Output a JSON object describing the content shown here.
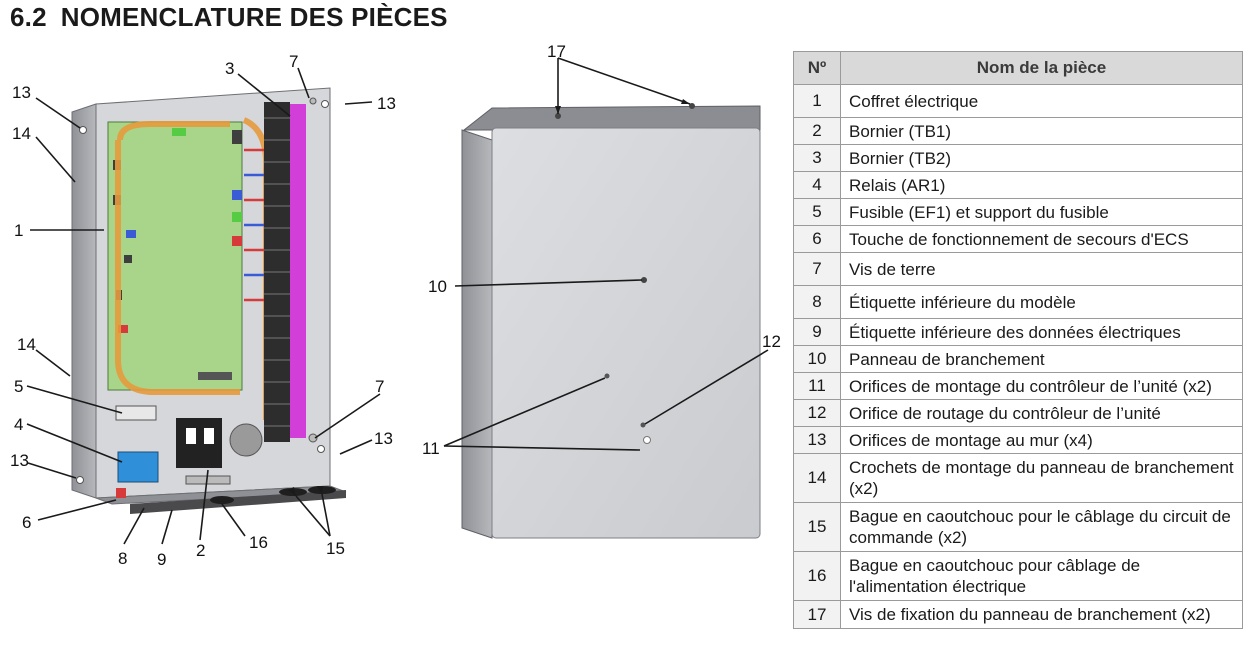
{
  "section": {
    "number": "6.2",
    "title": "NOMENCLATURE DES PIÈCES"
  },
  "table": {
    "headers": {
      "num": "Nº",
      "name": "Nom de la pièce"
    },
    "rows": [
      {
        "n": "1",
        "name": "Coffret électrique"
      },
      {
        "n": "2",
        "name": "Bornier (TB1)"
      },
      {
        "n": "3",
        "name": "Bornier (TB2)"
      },
      {
        "n": "4",
        "name": "Relais (AR1)"
      },
      {
        "n": "5",
        "name": "Fusible (EF1) et support du fusible"
      },
      {
        "n": "6",
        "name": "Touche de fonctionnement de secours d'ECS"
      },
      {
        "n": "7",
        "name": "Vis de terre"
      },
      {
        "n": "8",
        "name": "Étiquette inférieure du modèle"
      },
      {
        "n": "9",
        "name": "Étiquette inférieure des données électriques"
      },
      {
        "n": "10",
        "name": "Panneau de branchement"
      },
      {
        "n": "11",
        "name": "Orifices de montage du contrôleur de l’unité (x2)"
      },
      {
        "n": "12",
        "name": "Orifice de routage du contrôleur de l’unité"
      },
      {
        "n": "13",
        "name": "Orifices de montage au mur (x4)"
      },
      {
        "n": "14",
        "name": "Crochets de montage du panneau de branchement (x2)"
      },
      {
        "n": "15",
        "name": "Bague en caoutchouc pour le câblage du circuit de commande (x2)"
      },
      {
        "n": "16",
        "name": "Bague en caoutchouc pour câblage de l'alimentation électrique"
      },
      {
        "n": "17",
        "name": "Vis de fixation du panneau de branchement (x2)"
      }
    ]
  },
  "callouts": {
    "c1": "1",
    "c2": "2",
    "c3": "3",
    "c4": "4",
    "c5": "5",
    "c6": "6",
    "c7a": "7",
    "c7b": "7",
    "c8": "8",
    "c9": "9",
    "c10": "10",
    "c11": "11",
    "c12": "12",
    "c13a": "13",
    "c13b": "13",
    "c13c": "13",
    "c13d": "13",
    "c14a": "14",
    "c14b": "14",
    "c15": "15",
    "c16": "16",
    "c17": "17"
  }
}
